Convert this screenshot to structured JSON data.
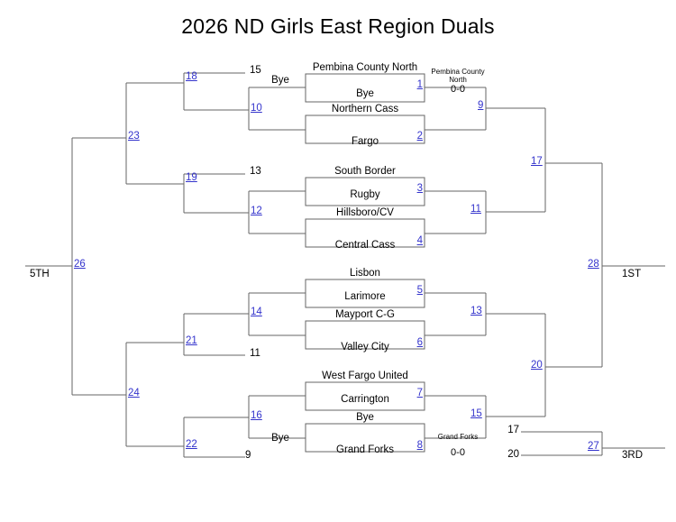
{
  "title": "2026 ND Girls East Region Duals",
  "colors": {
    "line": "#666666",
    "match_number": "#3333cc",
    "text": "#000000",
    "background": "#ffffff"
  },
  "bracket": {
    "type": "double-elimination",
    "first_round_matches": [
      {
        "number": "1",
        "top_team": "Pembina County North",
        "bottom_team": "Bye",
        "left_note": "Bye",
        "top_seed": "15",
        "bottom_seed": "",
        "result_label": "Pembina County North",
        "result_score": "0-0"
      },
      {
        "number": "2",
        "top_team": "Northern Cass",
        "bottom_team": "Fargo",
        "left_note": "",
        "top_seed": "",
        "bottom_seed": "",
        "result_label": "",
        "result_score": ""
      },
      {
        "number": "3",
        "top_team": "South Border",
        "bottom_team": "Rugby",
        "left_note": "",
        "top_seed": "13",
        "bottom_seed": "",
        "result_label": "",
        "result_score": ""
      },
      {
        "number": "4",
        "top_team": "Hillsboro/CV",
        "bottom_team": "Central Cass",
        "left_note": "",
        "top_seed": "",
        "bottom_seed": "",
        "result_label": "",
        "result_score": ""
      },
      {
        "number": "5",
        "top_team": "Lisbon",
        "bottom_team": "Larimore",
        "left_note": "",
        "top_seed": "",
        "bottom_seed": "",
        "result_label": "",
        "result_score": ""
      },
      {
        "number": "6",
        "top_team": "Mayport C-G",
        "bottom_team": "Valley City",
        "left_note": "",
        "top_seed": "11",
        "bottom_seed": "",
        "result_label": "",
        "result_score": ""
      },
      {
        "number": "7",
        "top_team": "West Fargo United",
        "bottom_team": "Carrington",
        "left_note": "",
        "top_seed": "",
        "bottom_seed": "",
        "result_label": "",
        "result_score": ""
      },
      {
        "number": "8",
        "top_team": "Bye",
        "bottom_team": "Grand Forks",
        "left_note": "Bye",
        "top_seed": "",
        "bottom_seed": "9",
        "result_label": "Grand Forks",
        "result_score": "0-0"
      }
    ],
    "winners_round2": [
      {
        "number": "9"
      },
      {
        "number": "11"
      },
      {
        "number": "13"
      },
      {
        "number": "15"
      }
    ],
    "winners_semis": [
      {
        "number": "17"
      },
      {
        "number": "20"
      }
    ],
    "championship": {
      "number": "28",
      "place_label": "1ST"
    },
    "third_place": {
      "number": "27",
      "place_label": "3RD",
      "top_feed": "17",
      "bottom_feed": "20"
    },
    "fifth_place": {
      "number": "26",
      "place_label": "5TH"
    },
    "consolation": [
      {
        "number": "10"
      },
      {
        "number": "12"
      },
      {
        "number": "14"
      },
      {
        "number": "16"
      },
      {
        "number": "18"
      },
      {
        "number": "19"
      },
      {
        "number": "21"
      },
      {
        "number": "22"
      },
      {
        "number": "23"
      },
      {
        "number": "24"
      }
    ]
  }
}
